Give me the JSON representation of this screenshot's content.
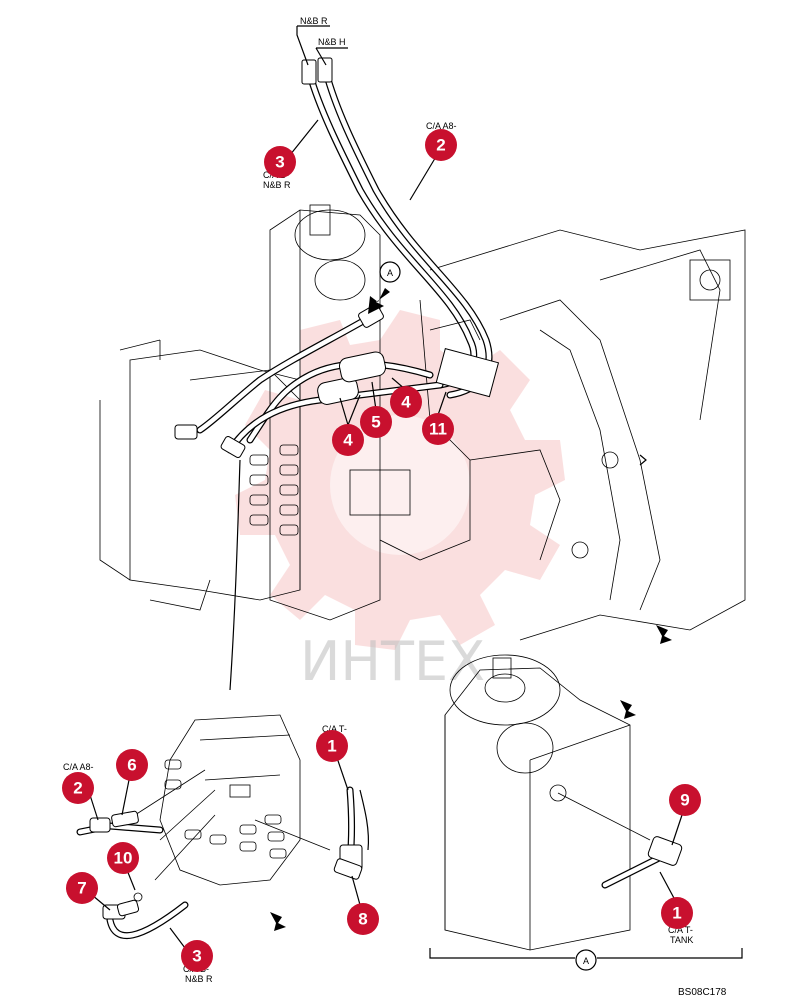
{
  "diagram": {
    "drawing_code": "BS08C178",
    "watermark_text": "ИНТЕХ",
    "view_marker": "A",
    "labels": {
      "nb_r_top": "N&B R",
      "nb_h_top": "N&B H",
      "ca_a8_upper": "C/A A8-",
      "ca_b_nbr_upper": "C/A B-",
      "nbr_upper": "N&B R",
      "ca_a8_lower": "C/A A8-",
      "ca_t_lower": "C/A T-",
      "ca_b_nbr_lower": "C/A B-",
      "nbr_lower": "N&B R",
      "ca_t_right": "C/A T-",
      "tank_right": "TANK"
    },
    "callouts": [
      {
        "id": "c3-top",
        "number": "3"
      },
      {
        "id": "c2-top",
        "number": "2"
      },
      {
        "id": "c4-a",
        "number": "4"
      },
      {
        "id": "c5",
        "number": "5"
      },
      {
        "id": "c4-b",
        "number": "4"
      },
      {
        "id": "c11",
        "number": "11"
      },
      {
        "id": "c6",
        "number": "6"
      },
      {
        "id": "c2-low",
        "number": "2"
      },
      {
        "id": "c10",
        "number": "10"
      },
      {
        "id": "c7",
        "number": "7"
      },
      {
        "id": "c3-low",
        "number": "3"
      },
      {
        "id": "c1-low",
        "number": "1"
      },
      {
        "id": "c8",
        "number": "8"
      },
      {
        "id": "c9",
        "number": "9"
      },
      {
        "id": "c1-right",
        "number": "1"
      }
    ]
  }
}
